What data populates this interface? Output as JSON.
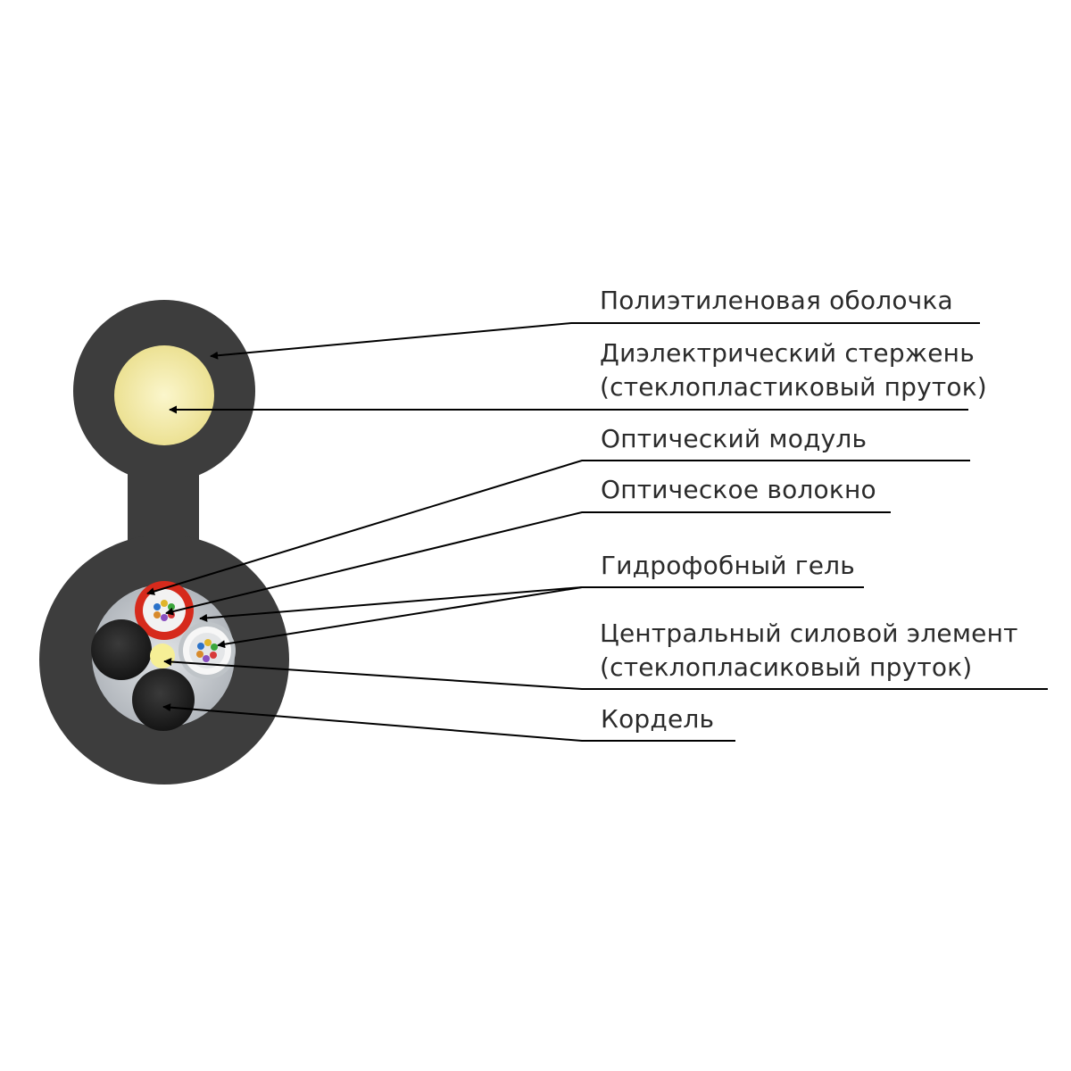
{
  "colors": {
    "background": "#ffffff",
    "sheath": "#3d3d3d",
    "rod": "#f3eaa4",
    "core_fill": "#cfd3d8",
    "module_red": "#d62a1c",
    "module_white": "#f4f4f4",
    "cord": "#242424",
    "leader": "#000000",
    "label_text": "#2b2b2b"
  },
  "labels": {
    "sheath": "Полиэтиленовая оболочка",
    "rod_line1": "Диэлектрический стержень",
    "rod_line2": "(стеклопластиковый пруток)",
    "module": "Оптический модуль",
    "fiber": "Оптическое волокно",
    "gel": "Гидрофобный гель",
    "central_line1": "Центральный силовой элемент",
    "central_line2": "(стеклопласиковый пруток)",
    "cord": "Кордель"
  },
  "icons": {
    "cable_cross_section": "cable-cross-section-icon",
    "arrowhead": "arrowhead-icon"
  }
}
